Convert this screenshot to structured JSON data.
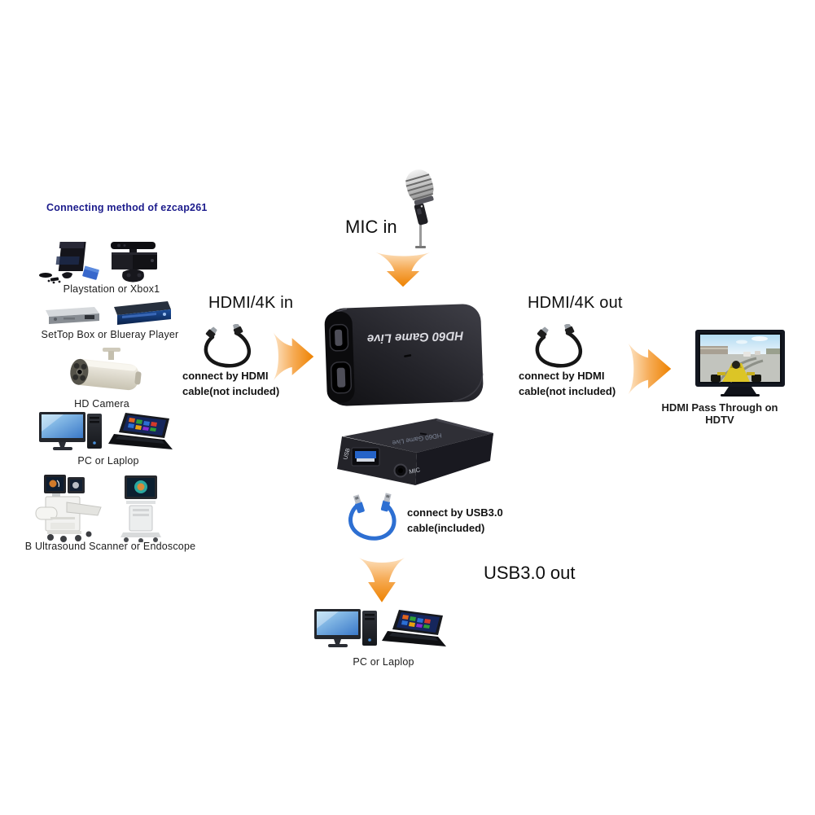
{
  "title": "Connecting method of ezcap261",
  "mic_in": {
    "label": "MIC in"
  },
  "hdmi_in": {
    "heading": "HDMI/4K in",
    "note_line1": "connect by HDMI",
    "note_line2": "cable(not included)"
  },
  "hdmi_out": {
    "heading": "HDMI/4K out",
    "note_line1": "connect by HDMI",
    "note_line2": "cable(not included)",
    "tv_caption": "HDMI Pass Through on HDTV"
  },
  "usb_out": {
    "heading": "USB3.0 out",
    "note_line1": "connect by USB3.0",
    "note_line2": "cable(included)",
    "pc_caption": "PC or Laplop"
  },
  "sources": {
    "console_caption": "Playstation or Xbox1",
    "settop_caption": "SetTop Box or Blueray Player",
    "camera_caption": "HD Camera",
    "pc_caption": "PC or Laplop",
    "ultrasound_caption": "B Ultrasound Scanner or Endoscope"
  },
  "device": {
    "brand_label": "HD60 Game Live",
    "usb_port_label": "USB",
    "mic_jack_label": "MIC"
  },
  "colors": {
    "title_blue": "#1c1c8c",
    "text_black": "#111111",
    "arrow_light": "#fde4c6",
    "arrow_orange": "#ee8200",
    "usb_cable_blue": "#2d6fd2"
  }
}
